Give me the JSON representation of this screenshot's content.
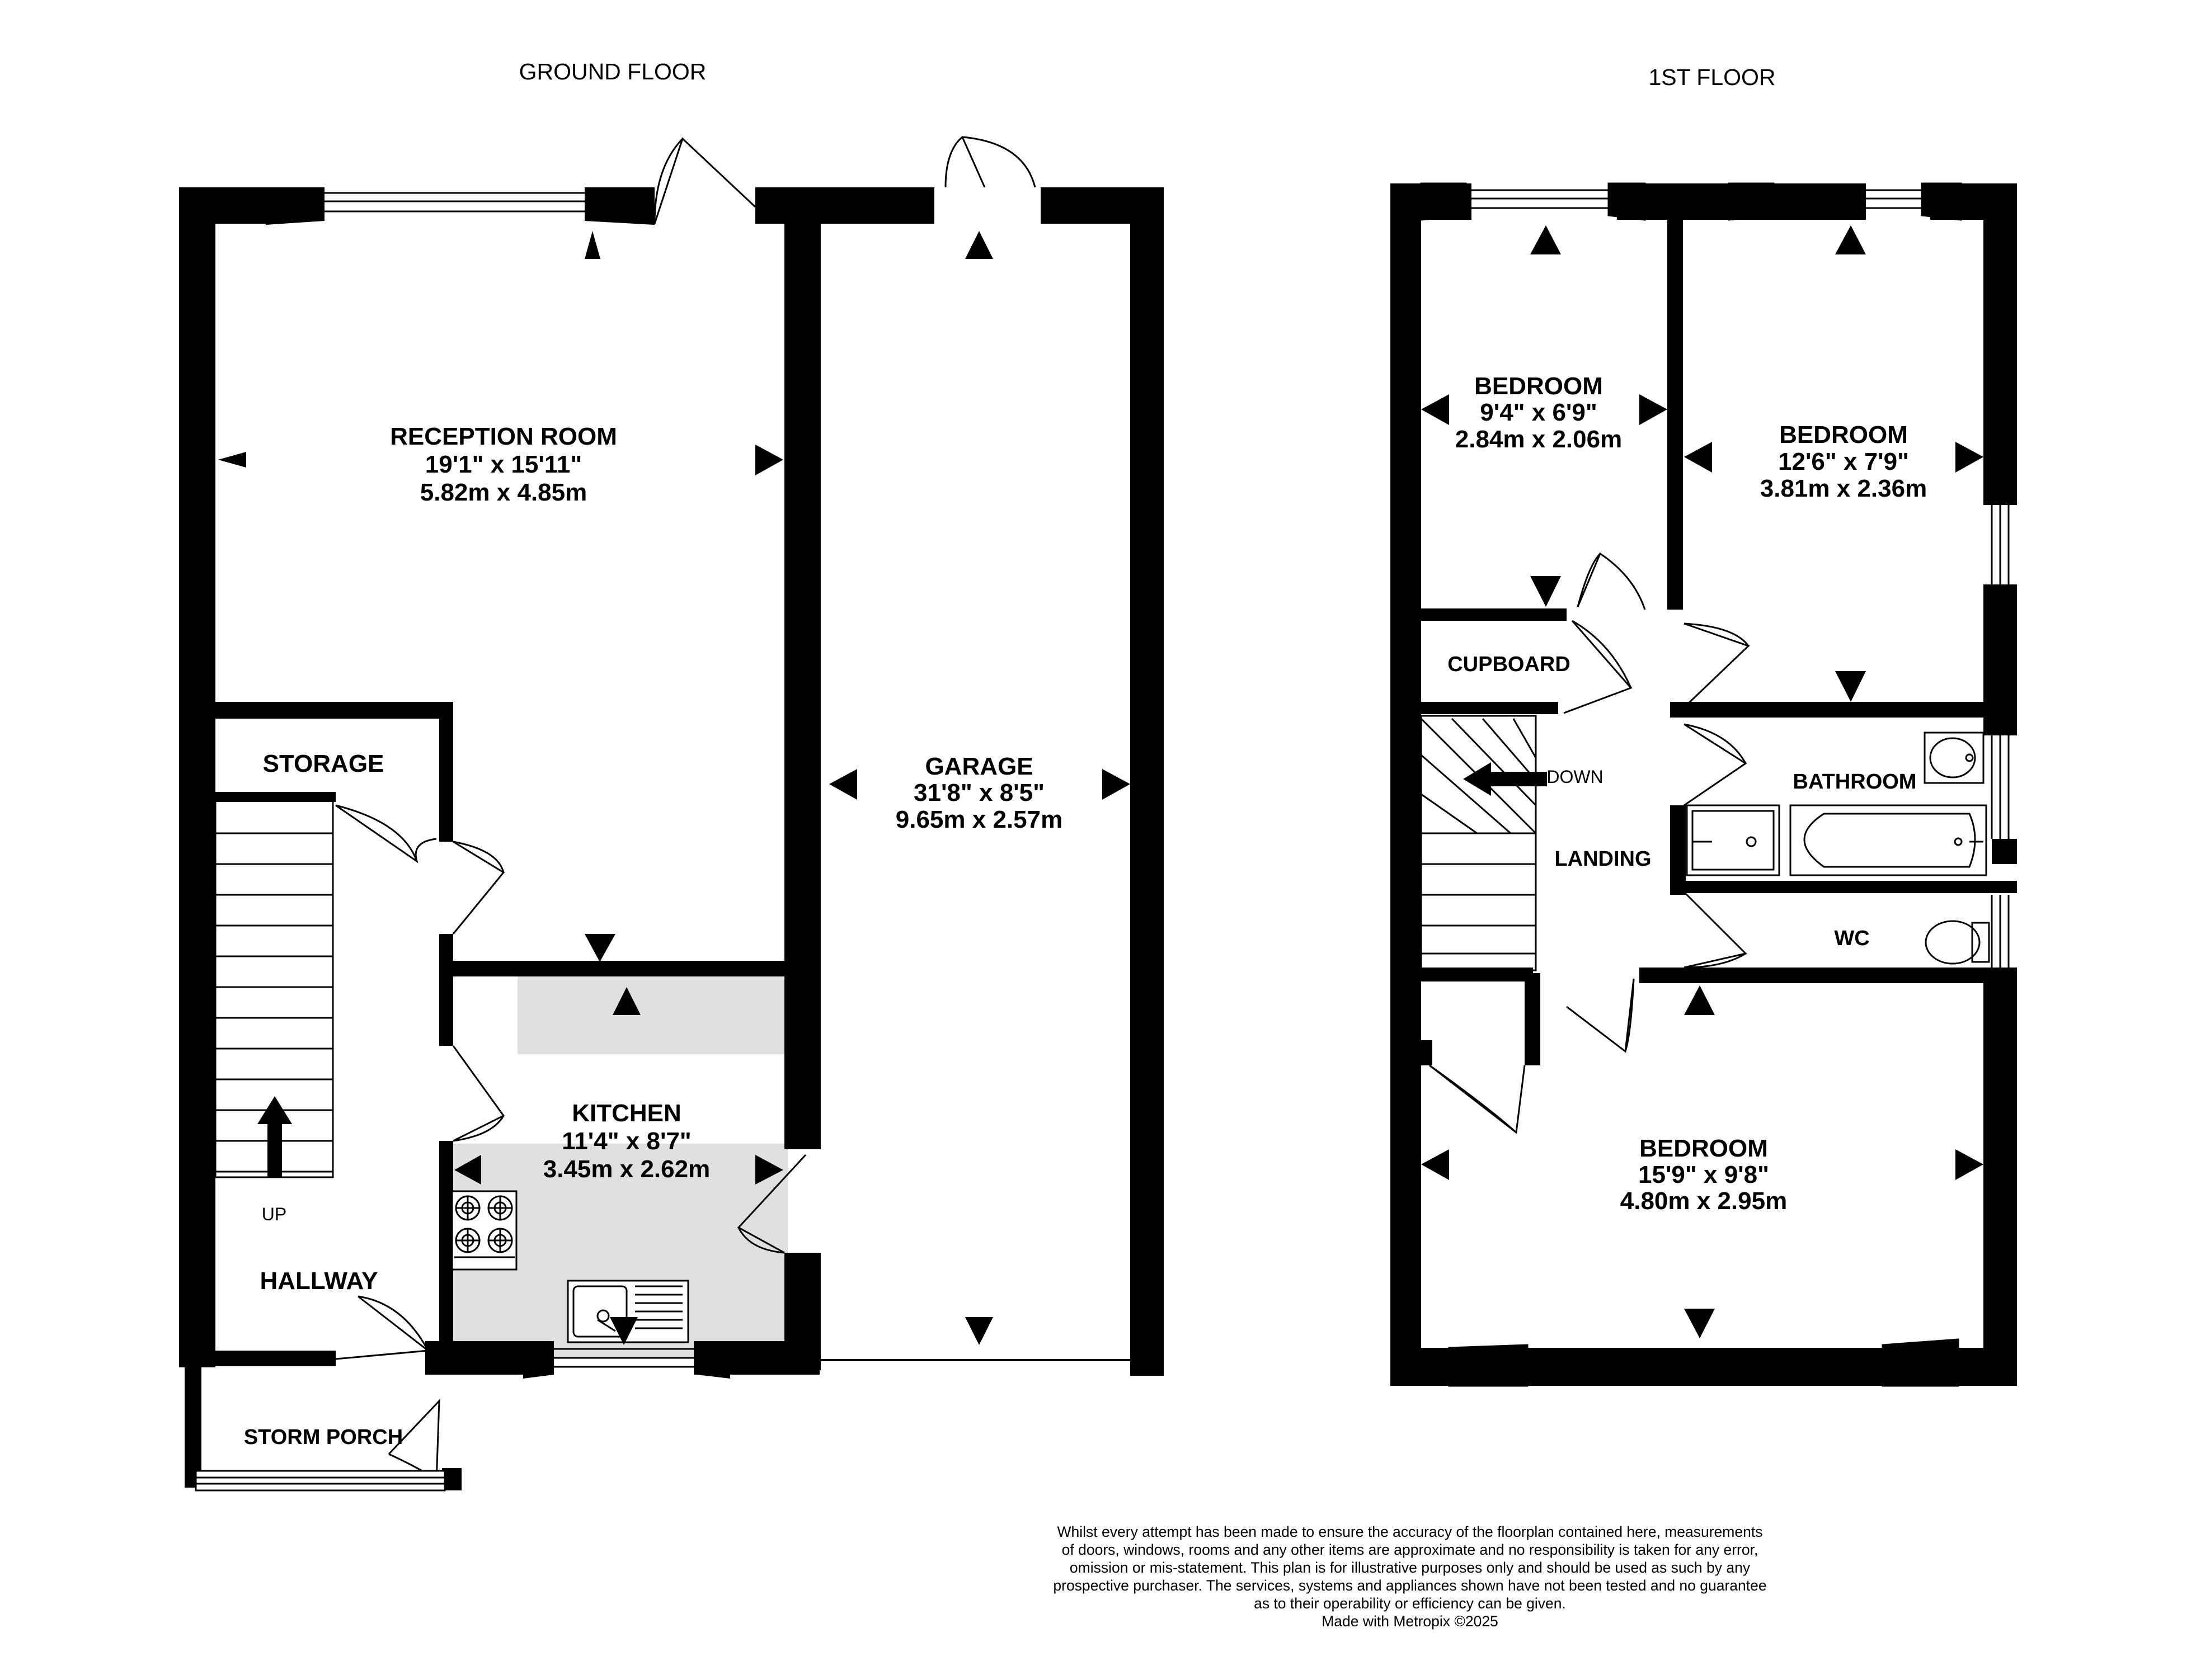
{
  "ground_floor": {
    "title": "GROUND FLOOR",
    "rooms": {
      "reception": {
        "name": "RECEPTION ROOM",
        "imperial": "19'1\"  x 15'11\"",
        "metric": "5.82m  x 4.85m"
      },
      "storage": {
        "name": "STORAGE"
      },
      "garage": {
        "name": "GARAGE",
        "imperial": "31'8\"  x 8'5\"",
        "metric": "9.65m  x 2.57m"
      },
      "kitchen": {
        "name": "KITCHEN",
        "imperial": "11'4\"  x 8'7\"",
        "metric": "3.45m  x 2.62m"
      },
      "hallway": {
        "name": "HALLWAY"
      },
      "storm_porch": {
        "name": "STORM PORCH"
      }
    },
    "stairs_label": "UP"
  },
  "first_floor": {
    "title": "1ST FLOOR",
    "rooms": {
      "bedroom_2": {
        "name": "BEDROOM",
        "imperial": "9'4\"  x 6'9\"",
        "metric": "2.84m  x 2.06m"
      },
      "bedroom_3": {
        "name": "BEDROOM",
        "imperial": "12'6\"  x 7'9\"",
        "metric": "3.81m  x 2.36m"
      },
      "cupboard": {
        "name": "CUPBOARD"
      },
      "bathroom": {
        "name": "BATHROOM"
      },
      "landing": {
        "name": "LANDING"
      },
      "wc": {
        "name": "WC"
      },
      "bedroom_1": {
        "name": "BEDROOM",
        "imperial": "15'9\"  x 9'8\"",
        "metric": "4.80m  x 2.95m"
      }
    },
    "stairs_label": "DOWN"
  },
  "disclaimer": {
    "lines": [
      "Whilst every attempt has been made to ensure the accuracy of the floorplan contained here, measurements",
      "of doors, windows, rooms and any other items are approximate and no responsibility is taken for any error,",
      "omission or mis-statement. This plan is for illustrative purposes only and should be used as such by any",
      "prospective purchaser. The services, systems and appliances shown have not been tested and no guarantee",
      "as to their operability or efficiency can be given.",
      "Made with Metropix ©2025"
    ]
  },
  "colors": {
    "wall": "#000000",
    "floor_shade": "#e0e0e0",
    "background": "#ffffff"
  }
}
